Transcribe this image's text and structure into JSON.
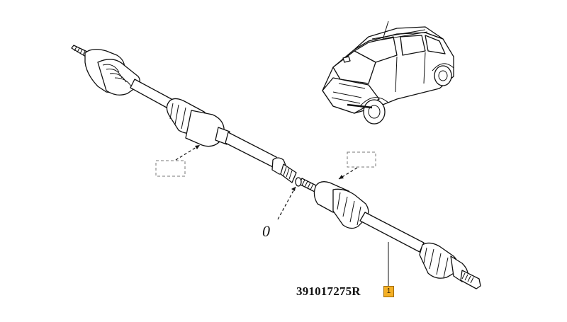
{
  "diagram": {
    "part_number": "391017275R",
    "callout_number": "1",
    "circlip_label": "0",
    "colors": {
      "ink": "#111111",
      "callout_fill": "#f4b026",
      "placeholder": "#777777"
    },
    "icons": [
      "vehicle-illustration-icon",
      "driveshaft-assembly-icon"
    ]
  }
}
